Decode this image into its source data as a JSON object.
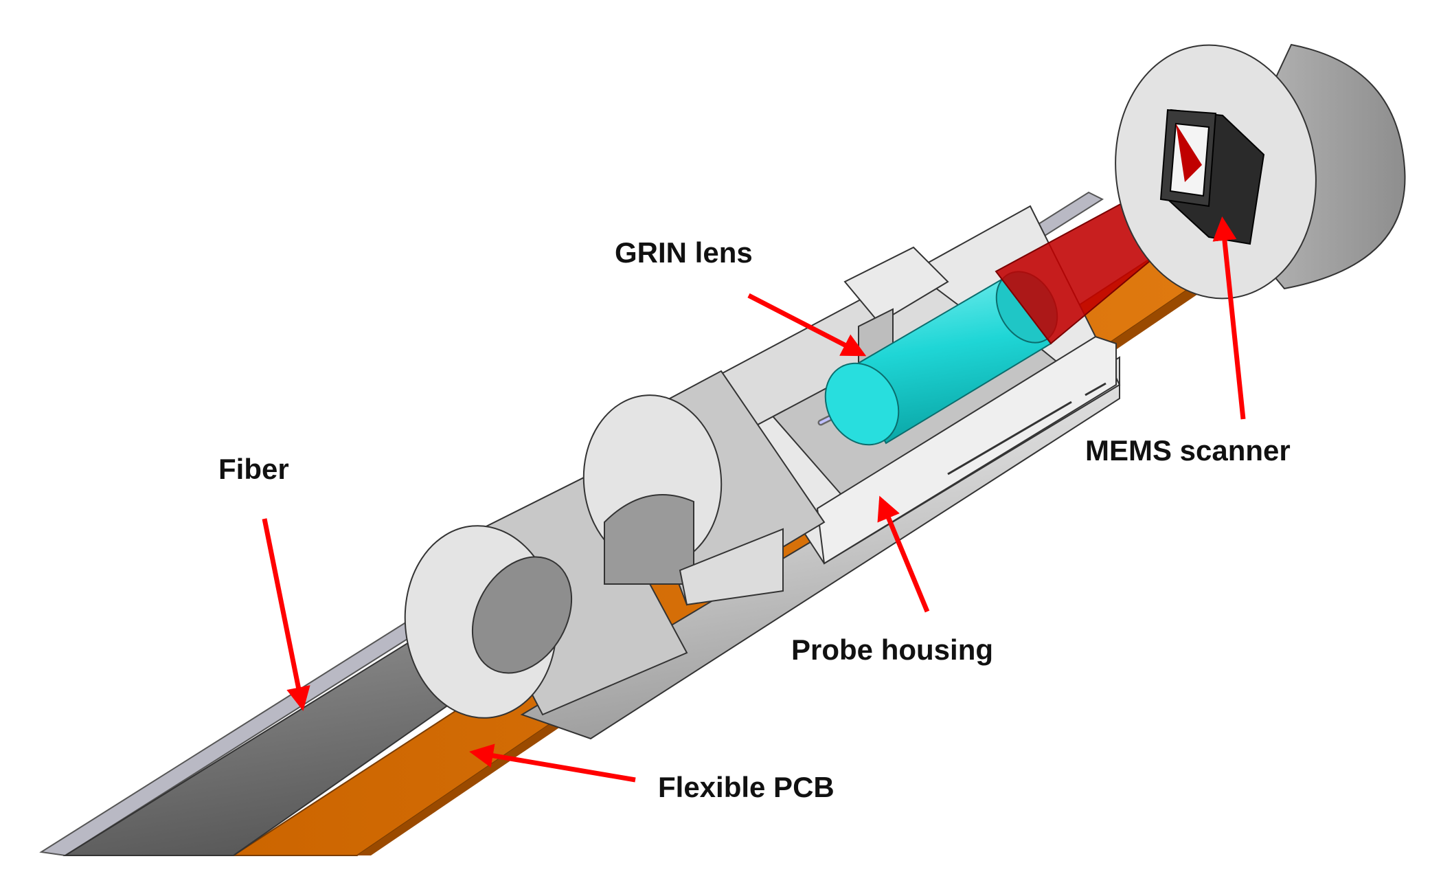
{
  "labels": {
    "grin_lens": "GRIN lens",
    "fiber": "Fiber",
    "mems_scanner": "MEMS scanner",
    "probe_housing": "Probe housing",
    "flexible_pcb": "Flexible PCB"
  },
  "colors": {
    "arrow": "#ff0000",
    "housing": "#d9d9d9",
    "fiber": "#7f7f7f",
    "grin_lens": "#1fd6d6",
    "beam": "#c00000",
    "pcb": "#d46a00",
    "mems_frame": "#2a2a2a"
  }
}
